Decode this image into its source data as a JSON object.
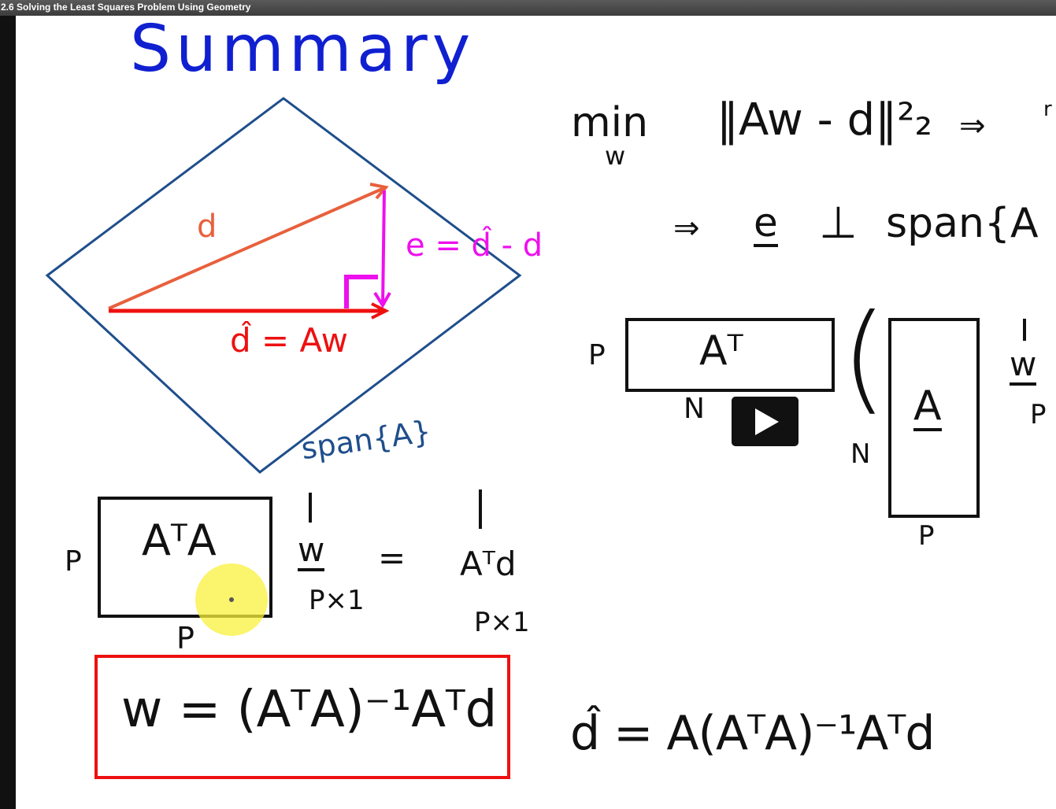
{
  "window": {
    "title": "2.6 Solving the Least Squares Problem Using Geometry"
  },
  "board": {
    "heading": "Summary",
    "diagram": {
      "vector_d": "d",
      "error_label": "e = d̂ - d",
      "projection_label": "d̂ = Aw",
      "span_label": "span{A}"
    },
    "objective": {
      "min": "min",
      "sub": "w",
      "norm": "‖Aw - d‖²₂",
      "implies": "⇒",
      "cut": "r"
    },
    "orthogonality": {
      "implies": "⇒",
      "e": "e",
      "perp": "⊥",
      "span": "span{A"
    },
    "matrices": {
      "at_label": "Aᵀ",
      "at_rows": "P",
      "at_cols": "N",
      "paren": "(",
      "a_label": "A",
      "a_rows": "N",
      "a_cols": "P",
      "w_label": "w",
      "w_dim": "P"
    },
    "normal_equation": {
      "ata": "AᵀA",
      "rows": "P",
      "cols": "P",
      "w": "w",
      "w_dim": "P×1",
      "equals": "=",
      "atd": "Aᵀd",
      "atd_dim": "P×1"
    },
    "solution": {
      "formula": "w = (AᵀA)⁻¹Aᵀd"
    },
    "projection": {
      "formula": "d̂ = A(AᵀA)⁻¹Aᵀd"
    }
  },
  "player": {
    "play_icon": "play-icon"
  },
  "colors": {
    "heading": "#1020d0",
    "diamond": "#1f4e8c",
    "vector_d": "#e8603c",
    "projection": "#ee1010",
    "error": "#ee10ee",
    "ink": "#111111",
    "highlight": "#f6ea3c"
  }
}
